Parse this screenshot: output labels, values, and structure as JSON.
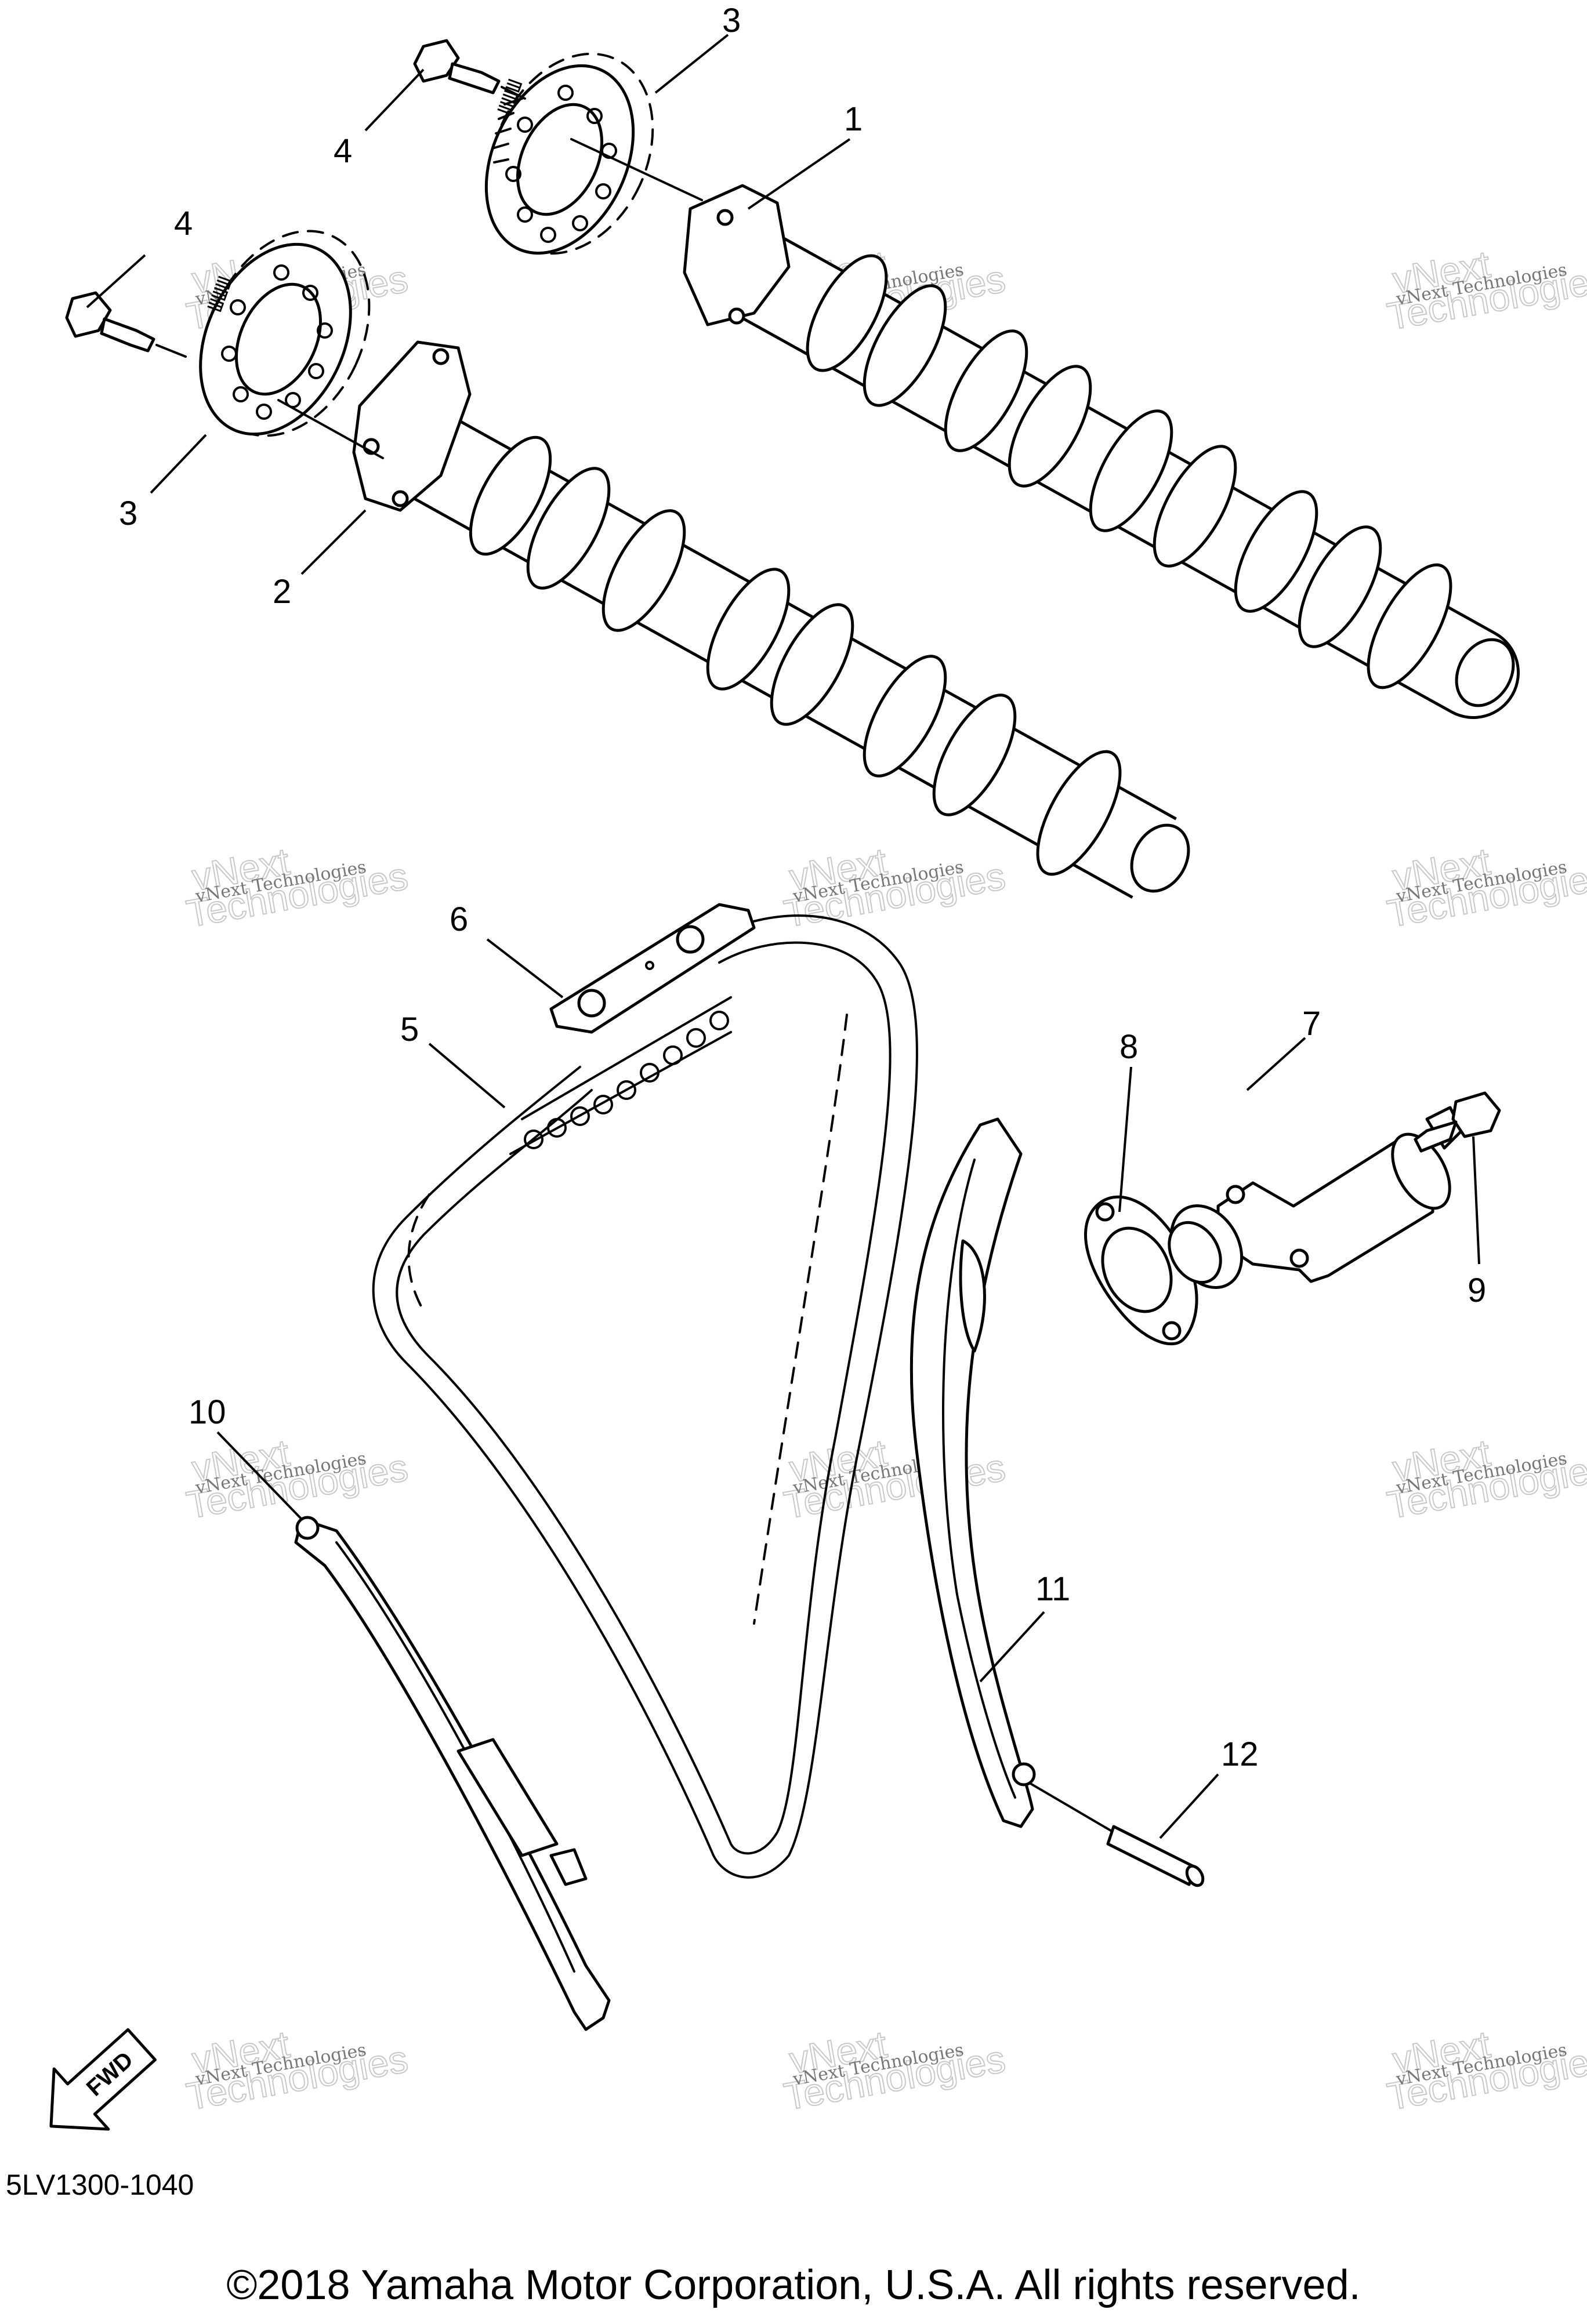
{
  "callouts": {
    "c1": "1",
    "c2": "2",
    "c3a": "3",
    "c3b": "3",
    "c4a": "4",
    "c4b": "4",
    "c5": "5",
    "c6": "6",
    "c7": "7",
    "c8": "8",
    "c9": "9",
    "c10": "10",
    "c11": "11",
    "c12": "12"
  },
  "watermark": {
    "line1": "vNext Technologies",
    "line2": "vNext",
    "line3": "Technologies"
  },
  "fwd_label": "FWD",
  "diagram_code": "5LV1300-1040",
  "copyright": "©2018 Yamaha Motor Corporation, U.S.A. All rights reserved."
}
